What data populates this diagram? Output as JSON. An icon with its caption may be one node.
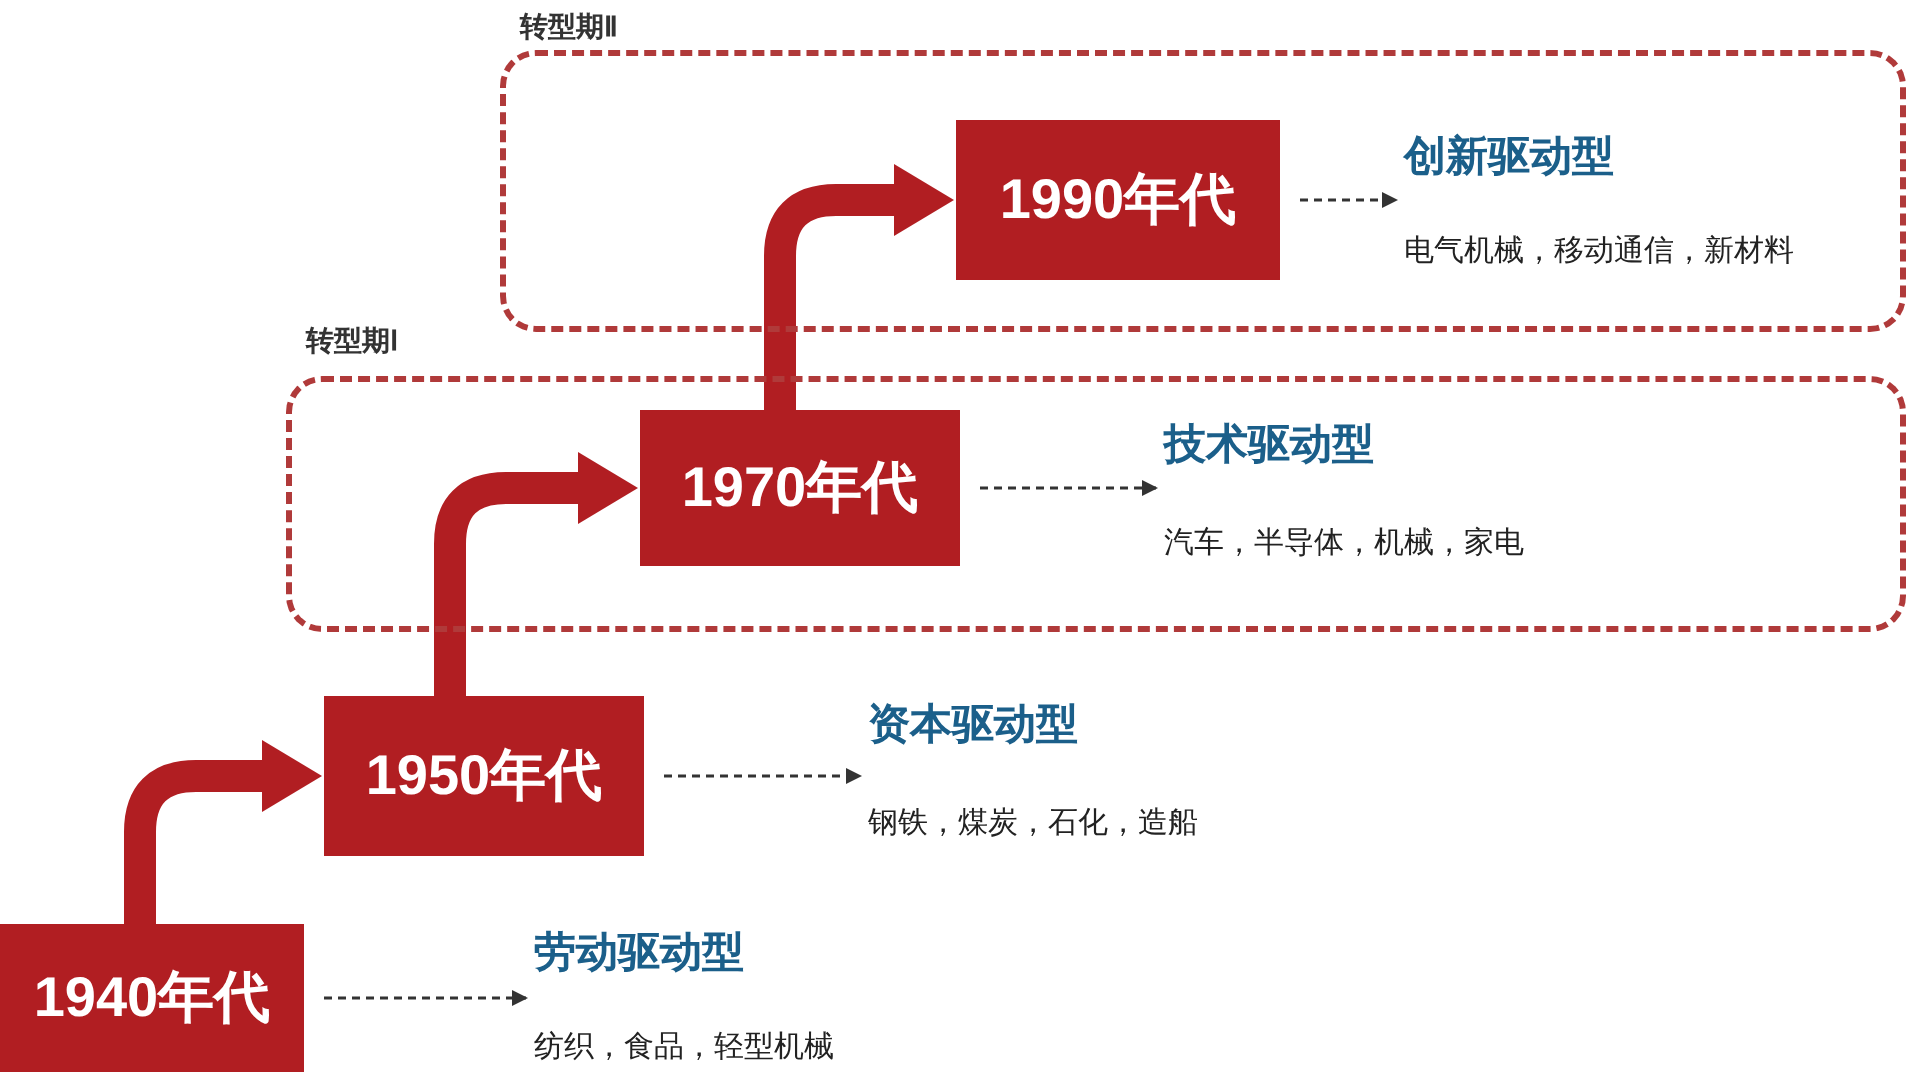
{
  "diagram": {
    "nodes": [
      {
        "text": [
          "转型期Ⅱ"
        ]
      },
      {
        "text": [
          "1990年代"
        ],
        "in": 0
      },
      {
        "text": [
          "创新驱动型",
          "电气机械，移动通信，新材料"
        ],
        "in": 0
      },
      {
        "text": [
          "转型期Ⅰ"
        ]
      },
      {
        "text": [
          "1970年代"
        ],
        "in": 3
      },
      {
        "text": [
          "技术驱动型",
          "汽车，半导体，机械，家电"
        ],
        "in": 3
      },
      {
        "text": [
          "1950年代"
        ]
      },
      {
        "text": [
          "资本驱动型",
          "钢铁，煤炭，石化，造船"
        ]
      },
      {
        "text": [
          "1940年代"
        ]
      },
      {
        "text": [
          "劳动驱动型",
          "纺织，食品，轻型机械"
        ]
      }
    ],
    "edges": [
      {
        "from": 8,
        "to": 6,
        "arrow": "to",
        "style": "thick",
        "color": "#b11e22"
      },
      {
        "from": 6,
        "to": 4,
        "arrow": "to",
        "style": "thick",
        "color": "#b11e22"
      },
      {
        "from": 4,
        "to": 1,
        "arrow": "to",
        "style": "thick",
        "color": "#b11e22"
      },
      {
        "from": 1,
        "to": 2,
        "arrow": "to",
        "style": "dashed"
      },
      {
        "from": 4,
        "to": 5,
        "arrow": "to",
        "style": "dashed"
      },
      {
        "from": 6,
        "to": 7,
        "arrow": "to",
        "style": "dashed"
      },
      {
        "from": 8,
        "to": 9,
        "arrow": "to",
        "style": "dashed"
      }
    ]
  }
}
